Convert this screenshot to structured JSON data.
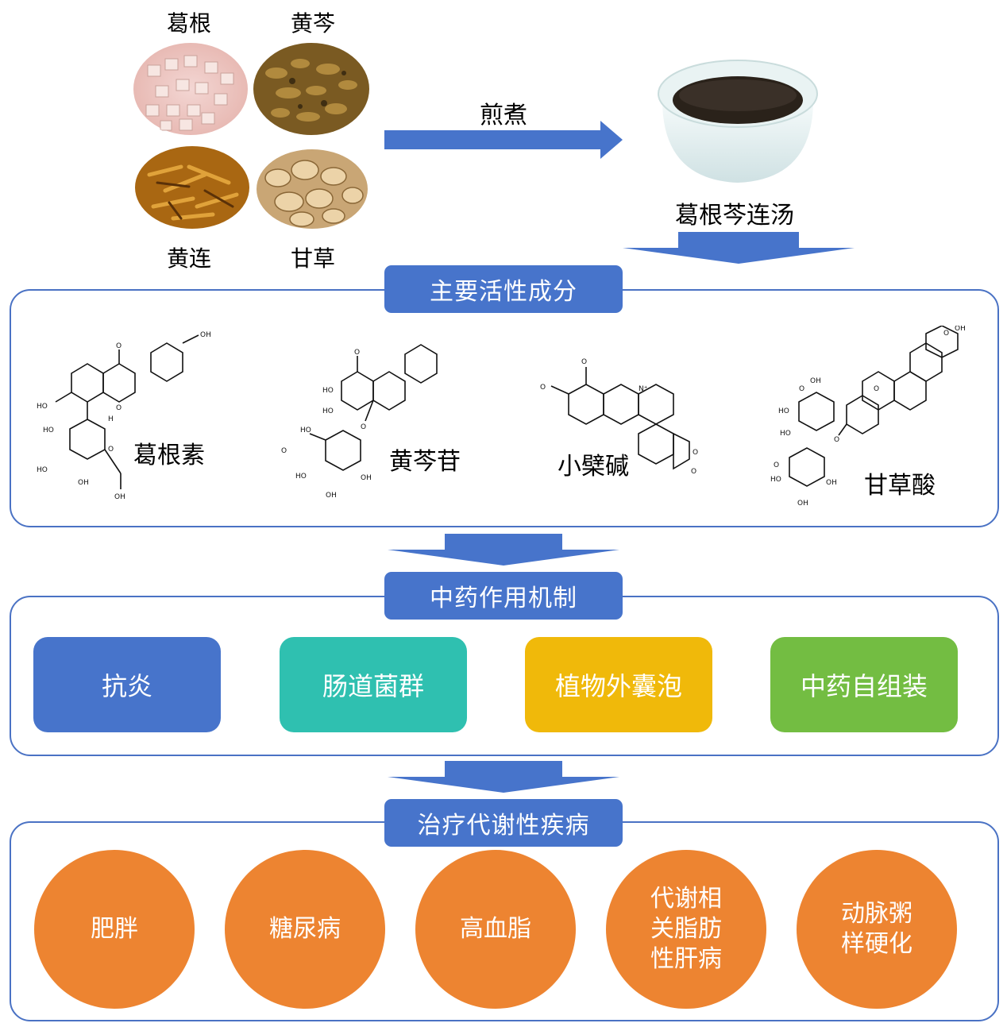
{
  "herbs": {
    "gegen": "葛根",
    "huangqin": "黄芩",
    "huanglian": "黄连",
    "gancao": "甘草"
  },
  "process": {
    "arrow_label": "煎煮",
    "product": "葛根芩连汤"
  },
  "sections": {
    "components": "主要活性成分",
    "mechanism": "中药作用机制",
    "diseases": "治疗代谢性疾病"
  },
  "compounds": [
    "葛根素",
    "黄芩苷",
    "小檗碱",
    "甘草酸"
  ],
  "mechanisms": [
    "抗炎",
    "肠道菌群",
    "植物外囊泡",
    "中药自组装"
  ],
  "diseases": [
    {
      "line1": "肥胖",
      "line2": "",
      "line3": ""
    },
    {
      "line1": "糖尿病",
      "line2": "",
      "line3": ""
    },
    {
      "line1": "高血脂",
      "line2": "",
      "line3": ""
    },
    {
      "line1": "代谢相",
      "line2": "关脂肪",
      "line3": "性肝病"
    },
    {
      "line1": "动脉粥",
      "line2": "样硬化",
      "line3": ""
    }
  ],
  "colors": {
    "blue": "#4774cb",
    "teal": "#2fc0b0",
    "yellow": "#f0b90a",
    "green": "#73bd42",
    "orange": "#ed8431",
    "border": "#4a72c4"
  }
}
